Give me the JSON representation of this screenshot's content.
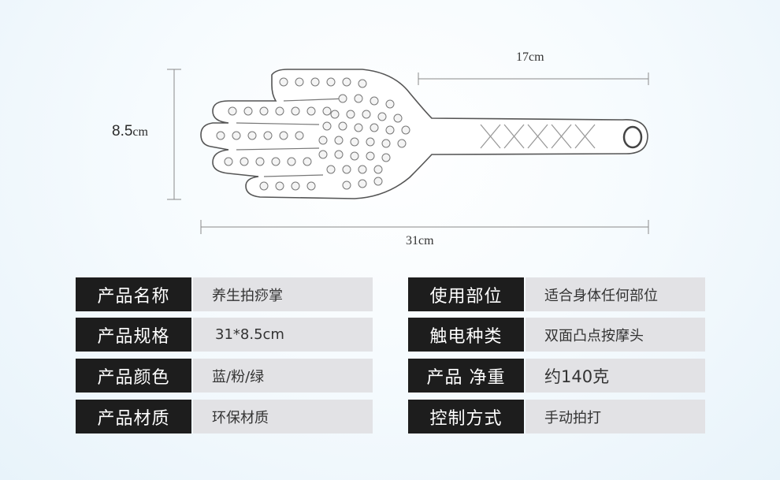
{
  "dimensions": {
    "height_value": "8.5",
    "height_unit": "cm",
    "width_top": "17cm",
    "width_bottom": "31cm"
  },
  "specs": [
    {
      "label": "产品名称",
      "value": "养生拍痧掌"
    },
    {
      "label": "使用部位",
      "value": "适合身体任何部位"
    },
    {
      "label": "产品规格",
      "value": "31*8.5cm"
    },
    {
      "label": "触电种类",
      "value": "双面凸点按摩头"
    },
    {
      "label": "产品颜色",
      "value": "蓝/粉/绿"
    },
    {
      "label": "产品 净重",
      "value": "约140克"
    },
    {
      "label": "产品材质",
      "value": "环保材质"
    },
    {
      "label": "控制方式",
      "value": "手动拍打"
    }
  ]
}
